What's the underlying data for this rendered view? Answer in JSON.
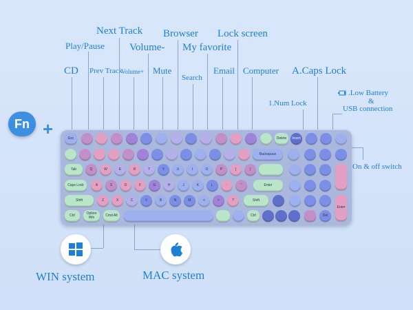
{
  "annotations": {
    "next_track": "Next Track",
    "browser": "Browser",
    "lock_screen": "Lock screen",
    "play_pause": "Play/Pause",
    "volume_down": "Volume-",
    "my_favorite": "My favorite",
    "cd": "CD",
    "prev_track": "Prev Track",
    "volume_up": "Volume+",
    "mute": "Mute",
    "search": "Search",
    "email": "Email",
    "computer": "Computer",
    "caps_lock": "A.Caps Lock",
    "num_lock": "1.Num Lock",
    "low_battery": ".Low Battery",
    "ampersand": "&",
    "usb_connection": "USB connection",
    "on_off_switch": "On & off switch",
    "win_system": "WIN system",
    "mac_system": "MAC system"
  },
  "fn_badge": "Fn",
  "plus_sign": "+",
  "colors": {
    "label": "#1f7fd6",
    "fn_badge": "#3d8fe0",
    "keyboard_body": "#a9b8dc"
  },
  "keys": {
    "esc": "Esc",
    "backspace": "Backspace",
    "tab": "Tab",
    "caps": "Caps Lock",
    "enter": "Enter",
    "shift_left": "Shift",
    "shift_right": "Shift",
    "ctrl_left": "Ctrl",
    "ctrl_right": "Ctrl",
    "option": "Option Win",
    "cmd": "Cmd Alt",
    "delete": "Delete",
    "insert": "Insert",
    "enter_num": "Enter",
    "del": "Del",
    "letters_row2": [
      "Q",
      "W",
      "E",
      "R",
      "T",
      "Y",
      "U",
      "I",
      "O",
      "P",
      "{",
      "}"
    ],
    "letters_row3": [
      "A",
      "S",
      "D",
      "F",
      "G",
      "H",
      "J",
      "K",
      "L",
      ":",
      "\""
    ],
    "letters_row4": [
      "Z",
      "X",
      "C",
      "V",
      "B",
      "N",
      "M",
      "<",
      ">",
      "?"
    ]
  },
  "icons": [
    "windows-logo-icon",
    "apple-logo-icon",
    "battery-icon"
  ]
}
